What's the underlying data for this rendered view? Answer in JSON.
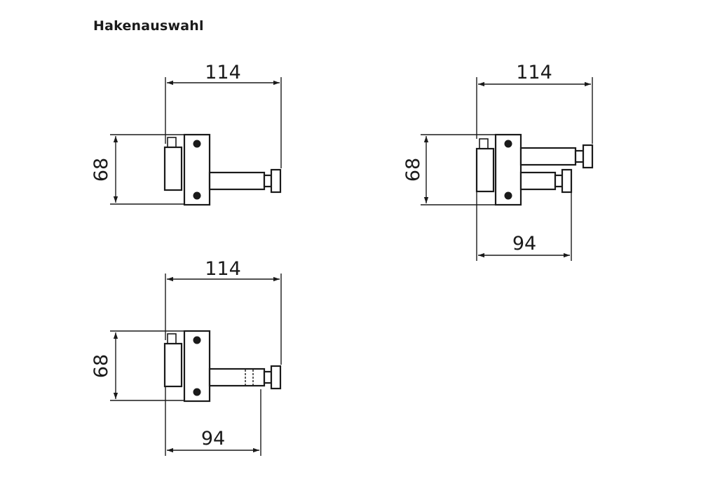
{
  "title": "Hakenauswahl",
  "diagrams": [
    {
      "name": "single-hook",
      "width_label": "114",
      "height_label": "68"
    },
    {
      "name": "double-hook-offset",
      "width_label": "114",
      "height_label": "68",
      "secondary_label": "94"
    },
    {
      "name": "double-hook-inline",
      "width_label": "114",
      "height_label": "68",
      "secondary_label": "94"
    }
  ],
  "colors": {
    "line": "#1a1a1a",
    "background": "#ffffff"
  }
}
